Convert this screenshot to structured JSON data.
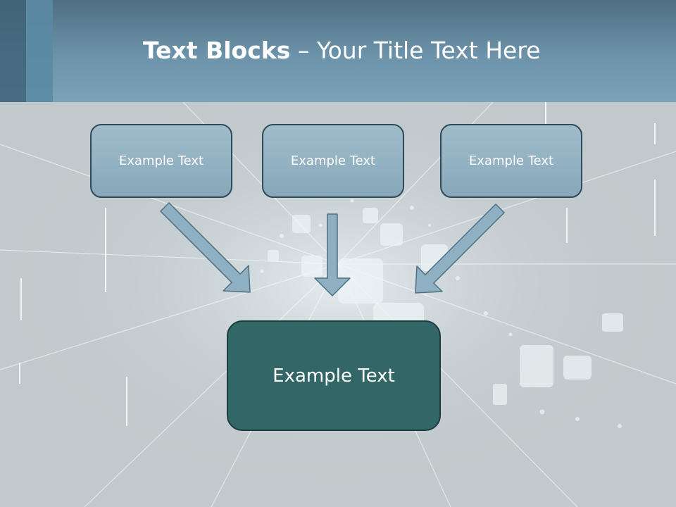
{
  "slide": {
    "title_bold": "Text Blocks",
    "title_dash": " – ",
    "title_rest": "Your Title Text Here"
  },
  "blocks": {
    "top": [
      "Example Text",
      "Example Text",
      "Example Text"
    ],
    "center": "Example Text"
  },
  "colors": {
    "header": "#6c93aa",
    "small_box_fill": "#93b2c3",
    "big_box_fill": "#326667",
    "box_border": "#2f4a58",
    "arrow_fill": "#8fb0c2"
  }
}
